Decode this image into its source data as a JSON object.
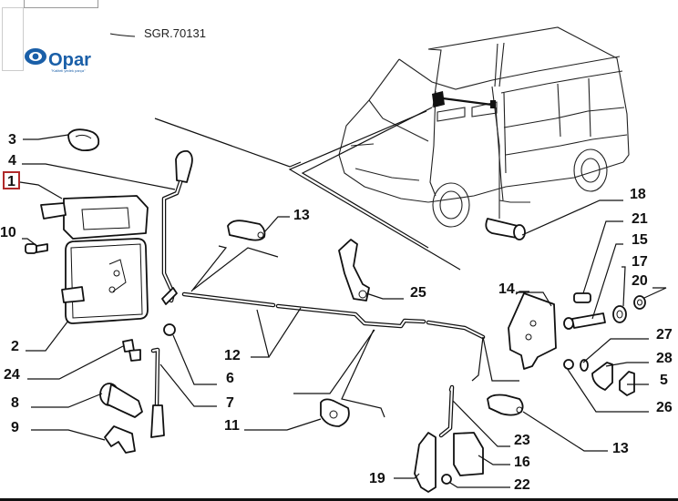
{
  "header": {
    "diagram_code": "SGR.70131",
    "logo": {
      "name": "Opar",
      "tagline": "\"Kaliteli yedek parça\"",
      "color": "#1a5fa8"
    }
  },
  "highlight": {
    "part": "1",
    "color": "#b02a2a"
  },
  "callouts": [
    {
      "id": "c1",
      "label": "1"
    },
    {
      "id": "c2",
      "label": "2"
    },
    {
      "id": "c3",
      "label": "3"
    },
    {
      "id": "c4",
      "label": "4"
    },
    {
      "id": "c5",
      "label": "5"
    },
    {
      "id": "c6",
      "label": "6"
    },
    {
      "id": "c7",
      "label": "7"
    },
    {
      "id": "c8",
      "label": "8"
    },
    {
      "id": "c9",
      "label": "9"
    },
    {
      "id": "c10",
      "label": "10"
    },
    {
      "id": "c11",
      "label": "11"
    },
    {
      "id": "c12",
      "label": "12"
    },
    {
      "id": "c13a",
      "label": "13"
    },
    {
      "id": "c13b",
      "label": "13"
    },
    {
      "id": "c14",
      "label": "14"
    },
    {
      "id": "c15",
      "label": "15"
    },
    {
      "id": "c16",
      "label": "16"
    },
    {
      "id": "c17",
      "label": "17"
    },
    {
      "id": "c18",
      "label": "18"
    },
    {
      "id": "c19",
      "label": "19"
    },
    {
      "id": "c20",
      "label": "20"
    },
    {
      "id": "c21",
      "label": "21"
    },
    {
      "id": "c22",
      "label": "22"
    },
    {
      "id": "c23",
      "label": "23"
    },
    {
      "id": "c24",
      "label": "24"
    },
    {
      "id": "c25",
      "label": "25"
    },
    {
      "id": "c26",
      "label": "26"
    },
    {
      "id": "c27",
      "label": "27"
    },
    {
      "id": "c28",
      "label": "28"
    }
  ]
}
